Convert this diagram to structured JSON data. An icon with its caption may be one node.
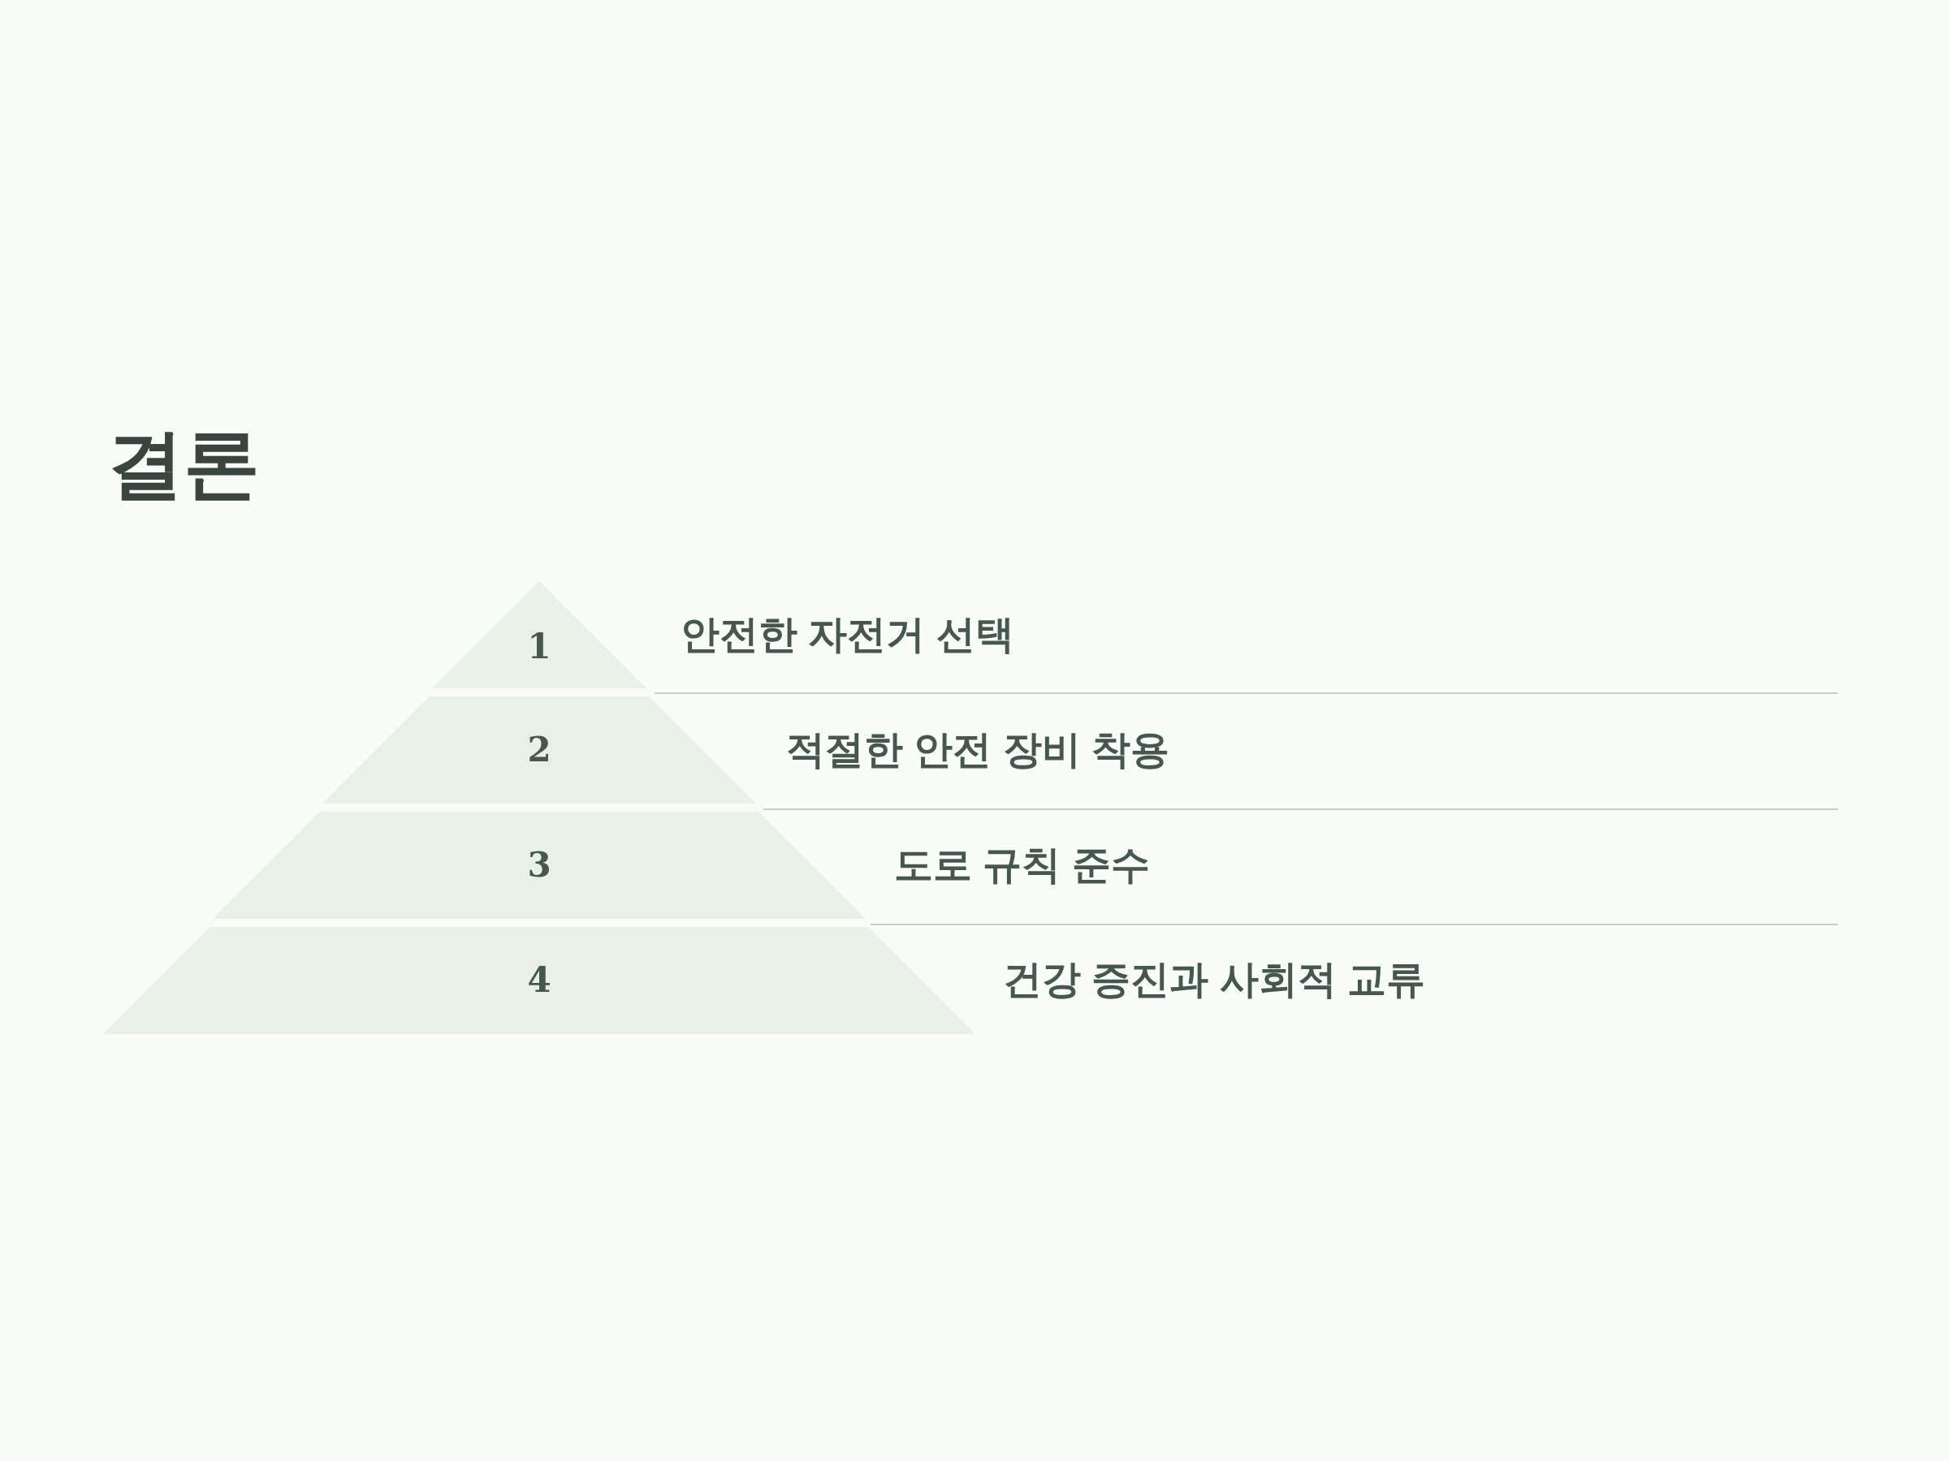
{
  "diagram": {
    "title": "결론",
    "nodes": [
      {
        "text": [
          "1"
        ],
        "beside": [
          "안전한 자전거 선택"
        ]
      },
      {
        "text": [
          "2"
        ],
        "beside": [
          "적절한 안전 장비 착용"
        ]
      },
      {
        "text": [
          "3"
        ],
        "beside": [
          "도로 규칙 준수"
        ]
      },
      {
        "text": [
          "4"
        ],
        "beside": [
          "건강 증진과 사회적 교류"
        ]
      }
    ]
  }
}
